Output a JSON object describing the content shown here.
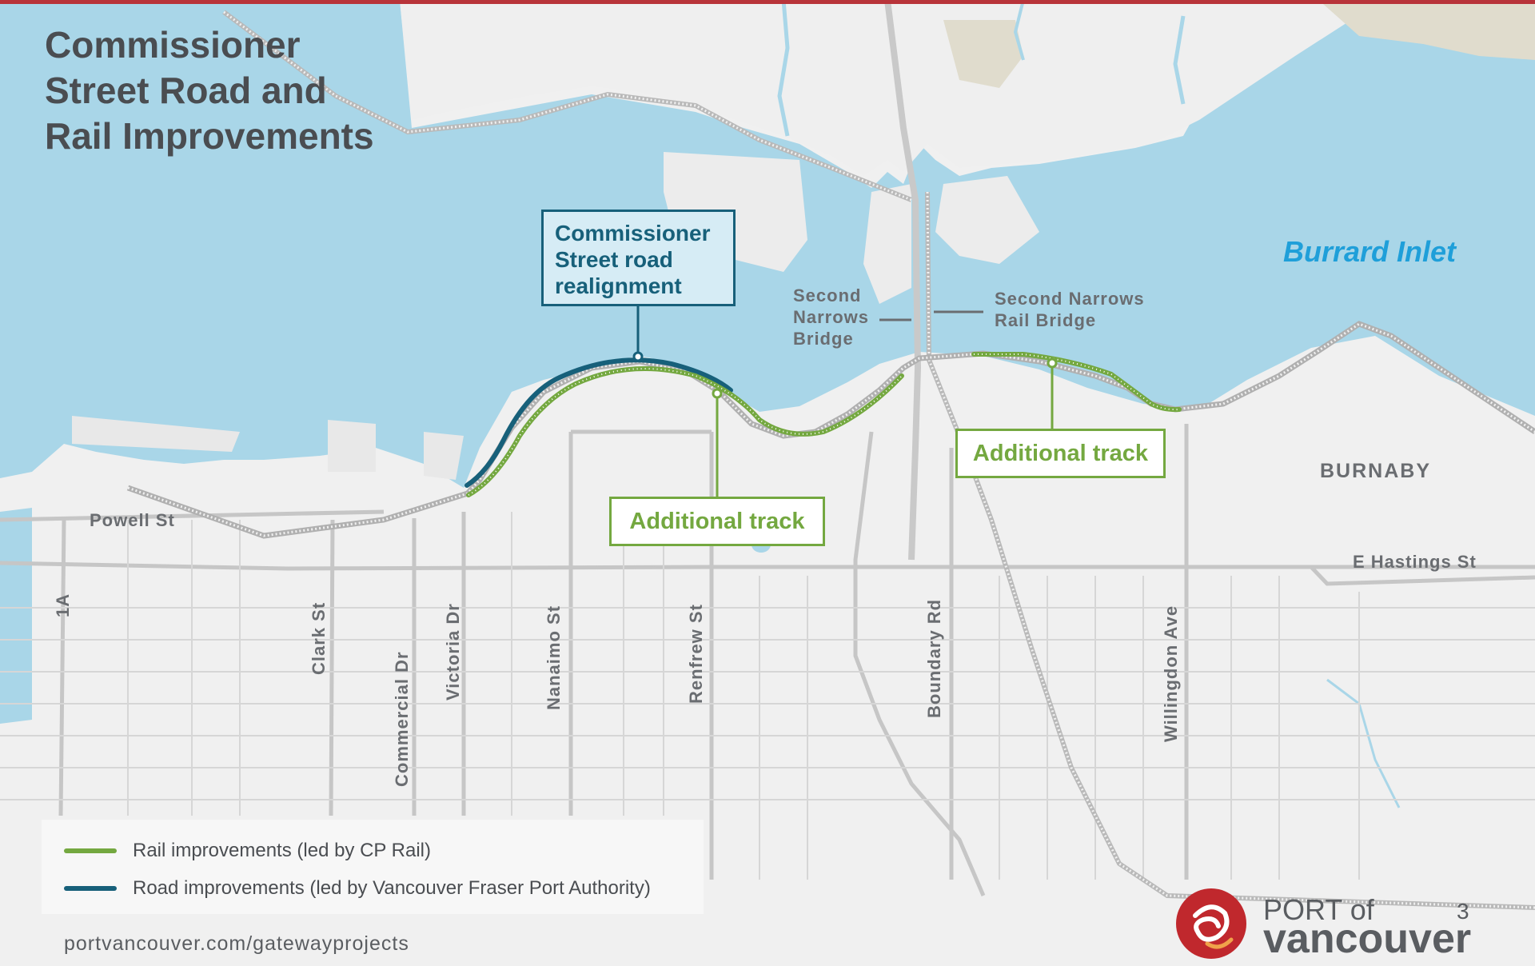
{
  "title": {
    "line1": "Commissioner",
    "line2": "Street Road and",
    "line3": "Rail Improvements"
  },
  "callouts": {
    "road_realignment": {
      "line1": "Commissioner",
      "line2": "Street road",
      "line3": "realignment"
    },
    "additional_track_west": "Additional track",
    "additional_track_east": "Additional track"
  },
  "labels": {
    "second_narrows_bridge": [
      "Second",
      "Narrows",
      "Bridge"
    ],
    "second_narrows_rail_bridge": [
      "Second Narrows",
      "Rail Bridge"
    ],
    "burrard_inlet": "Burrard Inlet",
    "burnaby": "BURNABY"
  },
  "streets": {
    "powell": "Powell St",
    "e_hastings": "E Hastings St",
    "hwy_1a": "1A",
    "clark": "Clark St",
    "commercial": "Commercial Dr",
    "victoria": "Victoria Dr",
    "nanaimo": "Nanaimo St",
    "renfrew": "Renfrew St",
    "boundary": "Boundary Rd",
    "willingdon": "Willingdon Ave"
  },
  "legend": {
    "rail": "Rail improvements (led by CP Rail)",
    "road": "Road improvements (led by Vancouver Fraser Port Authority)"
  },
  "footer": {
    "website": "portvancouver.com/gatewayprojects",
    "logo_line1": "PORT of",
    "logo_line2": "vancouver",
    "page_number": "3"
  },
  "colors": {
    "rail_improvement": "#74a840",
    "road_improvement": "#17607a",
    "water": "#a9d6e8",
    "inlet_label": "#1f9fd9",
    "header_bar": "#b8343a",
    "logo": "#c0282d"
  },
  "icons": {
    "logo": "port-of-vancouver-logo-icon"
  }
}
